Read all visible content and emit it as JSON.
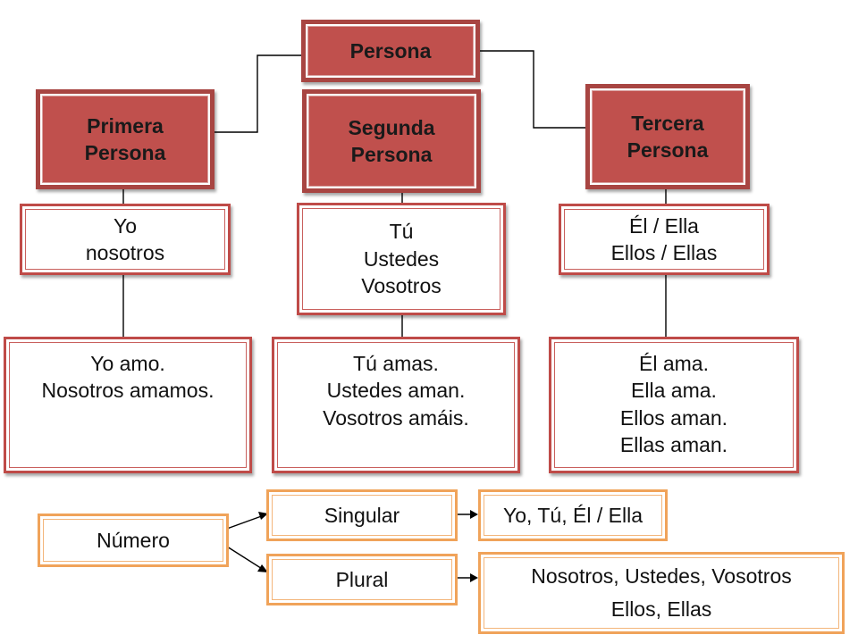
{
  "root": {
    "label": "Persona"
  },
  "categories": [
    {
      "key": "primera",
      "label": "Primera\nPersona",
      "pronouns": "Yo\nnosotros",
      "examples": "Yo amo.\nNosotros amamos."
    },
    {
      "key": "segunda",
      "label": "Segunda\nPersona",
      "pronouns": "Tú\nUstedes\nVosotros",
      "examples": "Tú amas.\nUstedes aman.\nVosotros amáis."
    },
    {
      "key": "tercera",
      "label": "Tercera\nPersona",
      "pronouns": "Él / Ella\nEllos / Ellas",
      "examples": "Él ama.\nElla ama.\nEllos aman.\nEllas aman."
    }
  ],
  "numero": {
    "label": "Número",
    "singular": {
      "label": "Singular",
      "values": "Yo, Tú, Él / Ella"
    },
    "plural": {
      "label": "Plural",
      "values": "Nosotros, Ustedes, Vosotros\nEllos, Ellas"
    }
  },
  "colors": {
    "header_fill": "#c0504d",
    "header_border": "#a84542",
    "content_border": "#bf4b48",
    "numero_border": "#f0a35a",
    "connector": "#000000"
  }
}
